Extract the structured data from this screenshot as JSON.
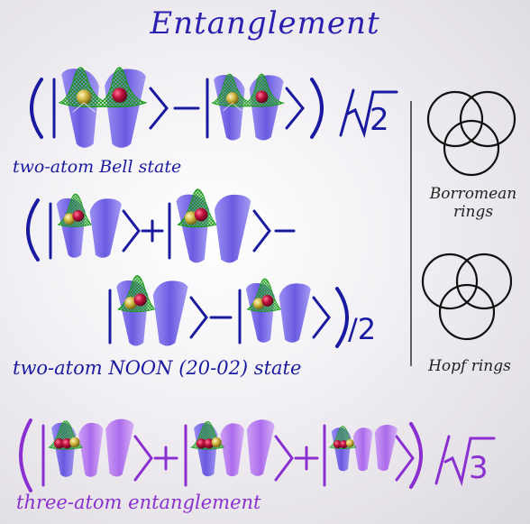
{
  "title": "Entanglement",
  "labels": {
    "bell": "two-atom Bell state",
    "noon": "two-atom NOON (20-02) state",
    "three": "three-atom entanglement"
  },
  "rings": {
    "borromean_line1": "Borromean",
    "borromean_line2": "rings",
    "hopf": "Hopf rings"
  },
  "equations": {
    "bell_norm": "2",
    "noon_norm": "/2",
    "three_norm": "3",
    "plus": "+",
    "minus": "−"
  },
  "colors": {
    "blue_text": "#1a1aa0",
    "purple_text": "#8a2fd0",
    "well_blue": "#6a5ce8",
    "well_purple": "#b36ff0",
    "mesh_green": "#22b322",
    "atom_red": "#b0103a",
    "atom_gold": "#c9b23a"
  }
}
